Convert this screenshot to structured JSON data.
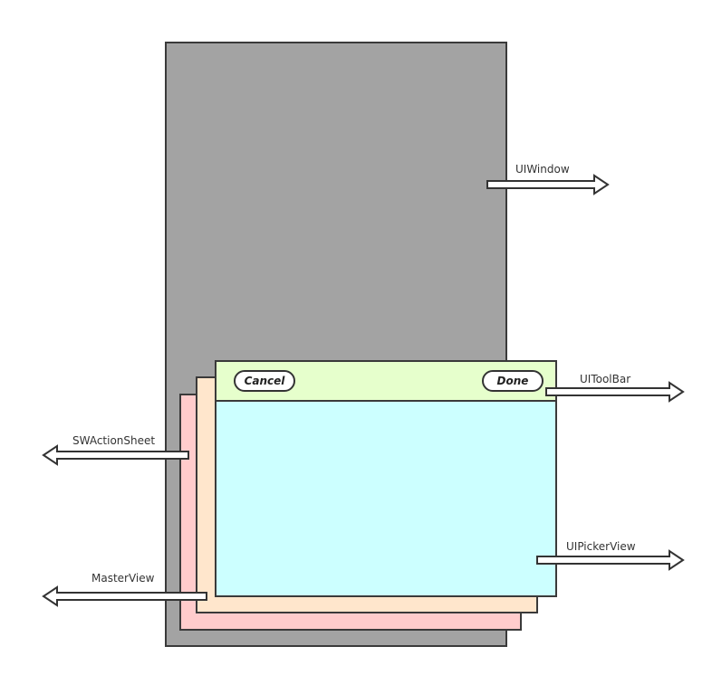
{
  "colors": {
    "uiwindow": "#a3a3a3",
    "masterview": "#ffcccc",
    "actionsheet": "#ffe6cc",
    "pickerview": "#ccffff",
    "toolbar": "#e6ffcc",
    "outline": "#3a3a3a"
  },
  "toolbar": {
    "cancel_label": "Cancel",
    "done_label": "Done"
  },
  "labels": {
    "uiwindow": "UIWindow",
    "uitoolbar": "UIToolBar",
    "swactionsheet": "SWActionSheet",
    "uipickerview": "UIPickerView",
    "masterview": "MasterView"
  },
  "arrows": [
    {
      "name": "uiwindow-arrow",
      "direction": "right"
    },
    {
      "name": "uitoolbar-arrow",
      "direction": "right"
    },
    {
      "name": "swactionsheet-arrow",
      "direction": "left"
    },
    {
      "name": "uipickerview-arrow",
      "direction": "right"
    },
    {
      "name": "masterview-arrow",
      "direction": "left"
    }
  ]
}
